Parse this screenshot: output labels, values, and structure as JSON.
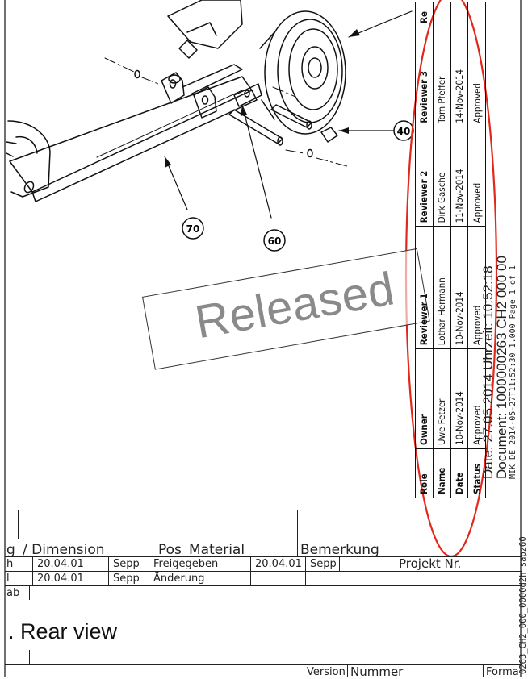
{
  "drawing": {
    "callouts": [
      "40",
      "70",
      "60"
    ],
    "stamp": "Released"
  },
  "approval_table": {
    "headers": [
      "Role",
      "Owner",
      "Reviewer 1",
      "Reviewer 2",
      "Reviewer 3",
      "Re"
    ],
    "rows": [
      {
        "label": "Name",
        "values": [
          "Uwe Fetzer",
          "Lothar Hermann",
          "Dirk Gasche",
          "Tom Pfeffer"
        ]
      },
      {
        "label": "Date",
        "values": [
          "10-Nov-2014",
          "10-Nov-2014",
          "11-Nov-2014",
          "14-Nov-2014"
        ]
      },
      {
        "label": "Status",
        "values": [
          "Approved",
          "Approved",
          "Approved",
          "Approved"
        ]
      }
    ]
  },
  "document_info": {
    "date_line": "Date: 27.05.2014 Uhrzeit: 10:52:18",
    "document_line": "Document: 1000000263 CH2 000 00",
    "meta_line": "MIK_DE 2014-05-27T11:52:30 1.000 Page 1 of 1",
    "side_id": "0263_CH2_000_0000d2h sapz60"
  },
  "title_block": {
    "header": {
      "dimension": "/ Dimension",
      "pos": "Pos",
      "material": "Material",
      "bemerkung": "Bemerkung",
      "left_fragment": "g"
    },
    "row1": {
      "left": "h",
      "date": "20.04.01",
      "name": "Sepp",
      "status": "Freigegeben",
      "date2": "20.04.01",
      "name2": "Sepp",
      "projekt": "Projekt Nr."
    },
    "row2": {
      "left": "l",
      "date": "20.04.01",
      "name": "Sepp",
      "status": "Änderung"
    },
    "row3": {
      "left": "ab"
    },
    "view_label": ". Rear view",
    "bottom": {
      "version": "Version",
      "number": "Nummer",
      "format": "Forma"
    }
  }
}
